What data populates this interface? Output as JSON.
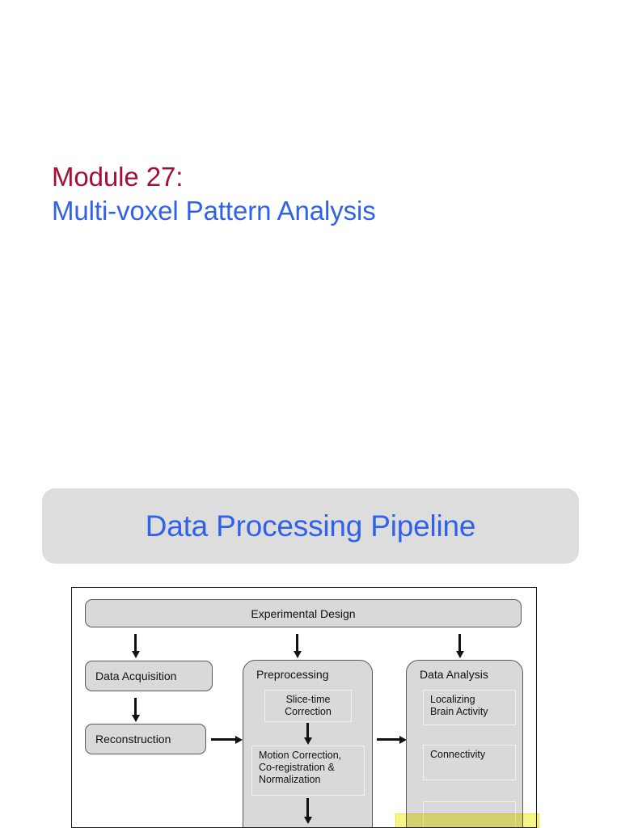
{
  "slide": {
    "title_line1": "Module 27:",
    "title_line2": "Multi-voxel Pattern Analysis",
    "title_color_1": "#a80e35",
    "title_color_2": "#2f62e8"
  },
  "section_banner": {
    "label": "Data Processing Pipeline",
    "background": "#dddddd",
    "text_color": "#2f62e8"
  },
  "diagram": {
    "nodes": {
      "experimental_design": "Experimental Design",
      "data_acquisition": "Data Acquisition",
      "reconstruction": "Reconstruction"
    },
    "columns": [
      {
        "heading": "Preprocessing",
        "steps": [
          "Slice-time\nCorrection",
          "Motion Correction,\nCo-registration &\nNormalization"
        ]
      },
      {
        "heading": "Data Analysis",
        "steps": [
          "Localizing\nBrain Activity",
          "Connectivity",
          ""
        ]
      }
    ],
    "preprocessing": {
      "heading": "Preprocessing",
      "slice_time": "Slice-time Correction",
      "slice_time_l1": "Slice-time",
      "slice_time_l2": "Correction",
      "motion_l1": "Motion Correction,",
      "motion_l2": "Co-registration &",
      "motion_l3": "Normalization"
    },
    "data_analysis": {
      "heading": "Data Analysis",
      "localizing_l1": "Localizing",
      "localizing_l2": "Brain Activity",
      "connectivity": "Connectivity",
      "third_step": ""
    },
    "node_fill": "#d9d9d9",
    "node_border": "#5a5a5a",
    "frame_border": "#1c1c1c"
  },
  "highlight": {
    "color": "#f7f585",
    "border": "#e8e63d"
  }
}
